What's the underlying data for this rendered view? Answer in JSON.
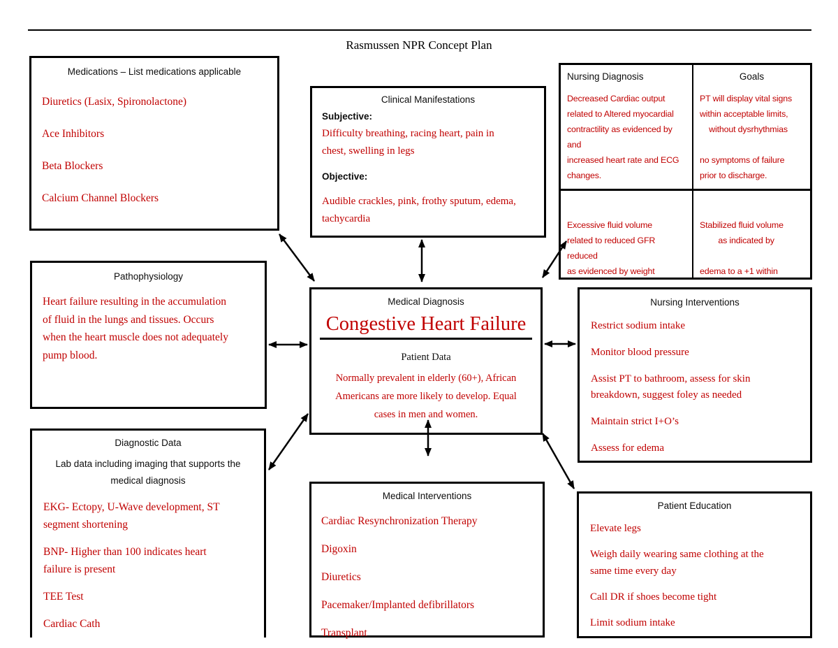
{
  "page": {
    "title": "Rasmussen NPR Concept Plan"
  },
  "colors": {
    "accent_red": "#c00000",
    "ink": "#000000",
    "background": "#ffffff"
  },
  "medications": {
    "title": "Medications – List medications applicable",
    "items": [
      "Diuretics (Lasix, Spironolactone)",
      "Ace Inhibitors",
      "Beta Blockers",
      "Calcium Channel Blockers"
    ]
  },
  "clinical_manifestations": {
    "title": "Clinical Manifestations",
    "subjective_label": "Subjective:",
    "subjective_text": "Difficulty breathing, racing heart, pain in\nchest, swelling in legs",
    "objective_label": "Objective:",
    "objective_text": "Audible crackles, pink, frothy sputum, edema,\ntachycardia"
  },
  "nursing_table": {
    "diagnosis_header": "Nursing Diagnosis",
    "goals_header": "Goals",
    "diagnosis_row1": "Decreased Cardiac output\nrelated to Altered myocardial\ncontractility as evidenced by\nand\nincreased heart rate and ECG\nchanges.",
    "goals_row1": "PT will display vital signs\nwithin acceptable limits,\n    without dysrhythmias\n\nno symptoms of failure\nprior to discharge.",
    "diagnosis_row2": "Excessive fluid volume\nrelated to reduced GFR\nreduced\nas evidenced by weight",
    "goals_row2": "Stabilized fluid volume\n        as indicated by\n\nedema to a +1 within"
  },
  "pathophysiology": {
    "title": "Pathophysiology",
    "text": "Heart failure resulting in the accumulation\nof fluid in the lungs and tissues. Occurs\nwhen the heart muscle does not adequately\npump blood."
  },
  "medical_diagnosis": {
    "title": "Medical Diagnosis",
    "diagnosis": "Congestive Heart Failure",
    "patient_data_label": "Patient Data",
    "patient_data_text": "Normally prevalent in elderly (60+), African\nAmericans are more likely to develop. Equal\ncases in men and women."
  },
  "nursing_interventions": {
    "title": "Nursing Interventions",
    "items": [
      "Restrict sodium intake",
      "Monitor blood pressure",
      "Assist PT to bathroom, assess for skin\nbreakdown, suggest foley as needed",
      "Maintain strict I+O’s",
      "Assess for edema"
    ]
  },
  "diagnostic_data": {
    "title": "Diagnostic Data",
    "subtitle": "Lab data including imaging that supports the\nmedical diagnosis",
    "items": [
      "EKG- Ectopy, U-Wave development, ST\nsegment shortening",
      "BNP- Higher than 100 indicates heart\nfailure is present",
      "TEE Test",
      "Cardiac Cath"
    ]
  },
  "medical_interventions": {
    "title": "Medical Interventions",
    "items": [
      "Cardiac Resynchronization Therapy",
      "Digoxin",
      "Diuretics",
      "Pacemaker/Implanted defibrillators",
      "Transplant"
    ]
  },
  "patient_education": {
    "title": "Patient Education",
    "items": [
      "Elevate legs",
      "Weigh daily wearing same clothing at the\nsame time every day",
      "Call DR if shoes become tight",
      "Limit sodium intake"
    ]
  },
  "connections": [
    {
      "from": "medications",
      "to": "medical-diagnosis"
    },
    {
      "from": "clinical-manifestations",
      "to": "medical-diagnosis"
    },
    {
      "from": "nursing-diagnosis-goals",
      "to": "medical-diagnosis"
    },
    {
      "from": "pathophysiology",
      "to": "medical-diagnosis"
    },
    {
      "from": "medical-diagnosis",
      "to": "nursing-interventions"
    },
    {
      "from": "medical-diagnosis",
      "to": "diagnostic-data"
    },
    {
      "from": "medical-diagnosis",
      "to": "medical-interventions"
    },
    {
      "from": "medical-diagnosis",
      "to": "patient-education"
    }
  ]
}
